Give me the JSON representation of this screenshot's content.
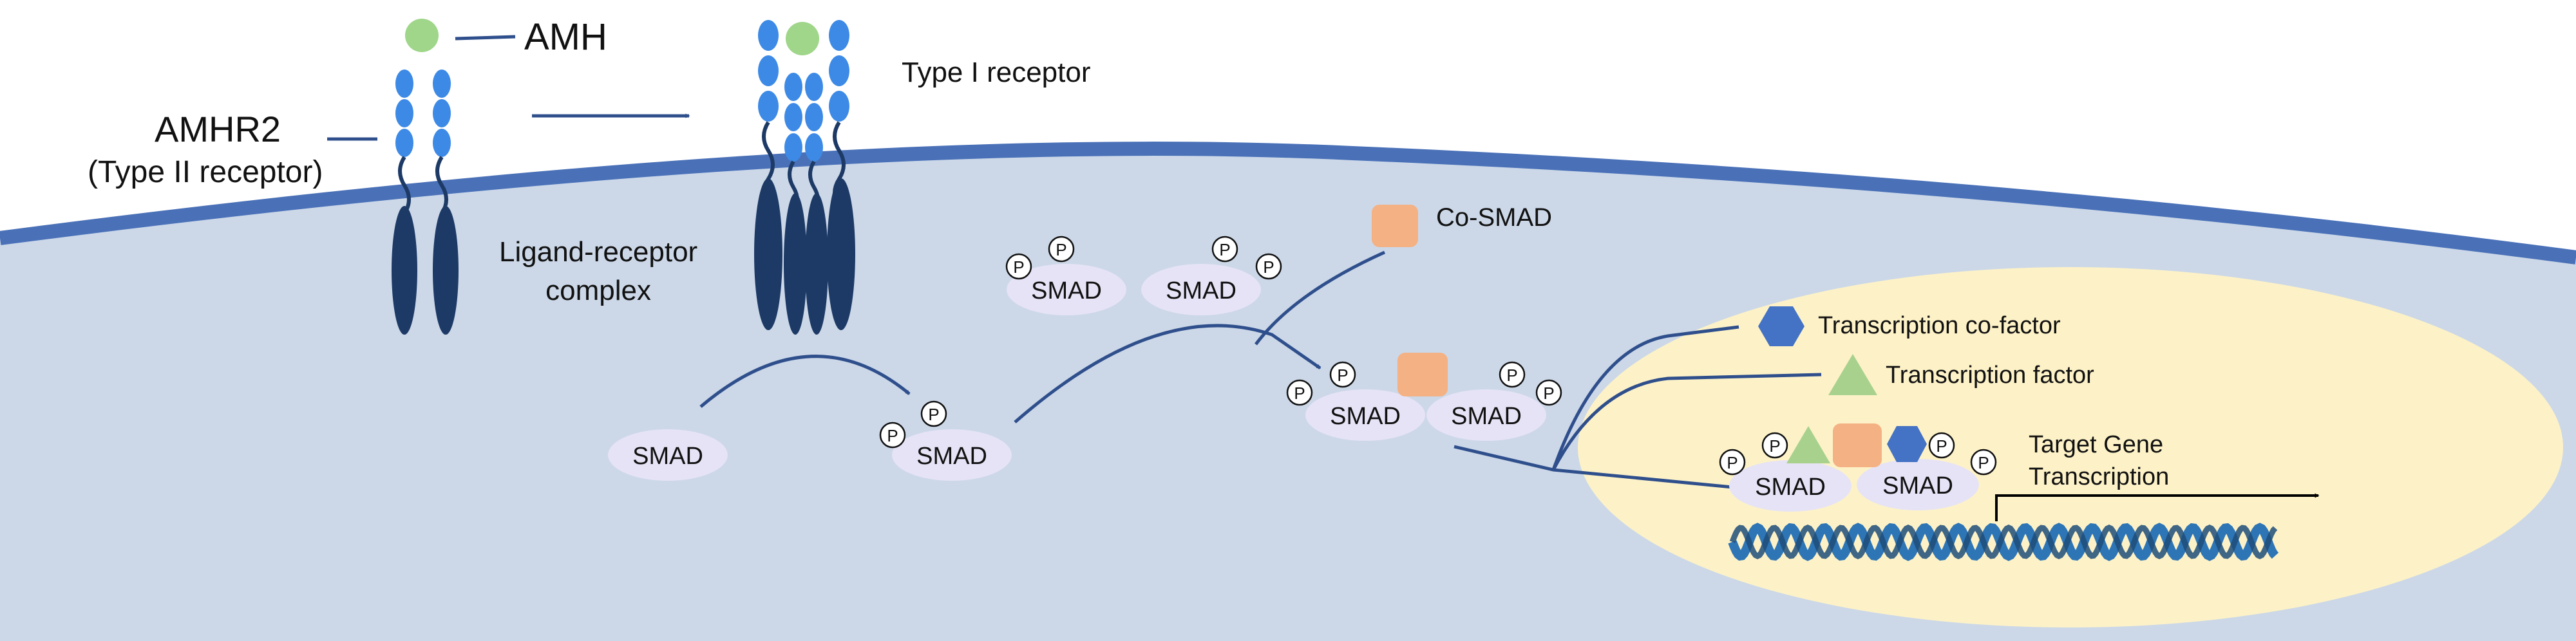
{
  "labels": {
    "amh": "AMH",
    "amhr2": "AMHR2",
    "type2_receptor": "(Type II receptor)",
    "type1_receptor": "Type  I  receptor",
    "ligand_receptor_line1": "Ligand-receptor",
    "ligand_receptor_line2": "complex",
    "co_smad": "Co-SMAD",
    "transcription_cofactor": "Transcription co-factor",
    "transcription_factor": "Transcription factor",
    "target_gene_line1": "Target Gene",
    "target_gene_line2": "Transcription",
    "smad": "SMAD",
    "phospho": "P"
  },
  "colors": {
    "background": "#ffffff",
    "cytoplasm": "#ccd8e8",
    "membrane": "#4a71b8",
    "nucleus": "#fdf2c7",
    "receptor_domain": "#3d8ae6",
    "transmembrane": "#1d3a66",
    "ligand": "#9fd68a",
    "co_smad": "#f4b183",
    "cofactor": "#4472c4",
    "transcription_factor": "#a9d18e",
    "smad_fill": "#e6e3f6",
    "arrow": "#2f4f8c",
    "dna": "#2e75b6"
  }
}
